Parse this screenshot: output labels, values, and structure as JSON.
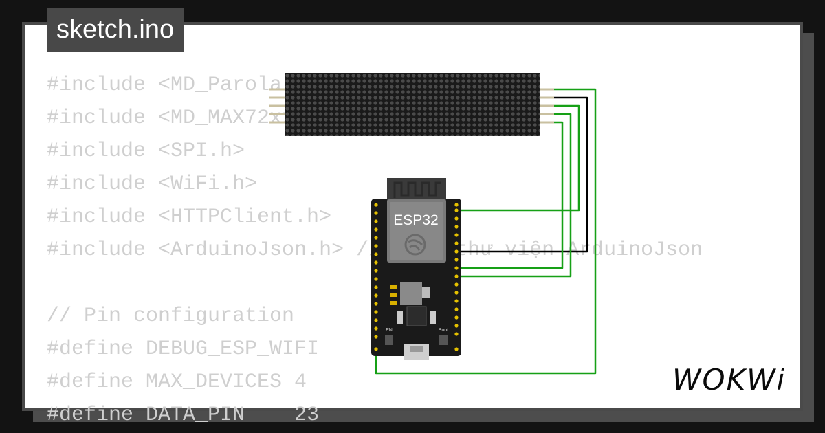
{
  "title": "sketch.ino",
  "code_lines": [
    "#include <MD_Parola.h>",
    "#include <MD_MAX72xx.h>",
    "#include <SPI.h>",
    "#include <WiFi.h>",
    "#include <HTTPClient.h>",
    "#include <ArduinoJson.h> // Thêm thư viện ArduinoJson",
    "",
    "// Pin configuration",
    "#define DEBUG_ESP_WIFI",
    "#define MAX_DEVICES 4",
    "#define DATA_PIN    23"
  ],
  "board": {
    "label": "ESP32",
    "boot_label": "Boot",
    "en_label": "EN"
  },
  "logo": "WOKWi",
  "colors": {
    "wire_green": "#16a016",
    "wire_black": "#000000",
    "matrix": "#1a1a1a"
  }
}
